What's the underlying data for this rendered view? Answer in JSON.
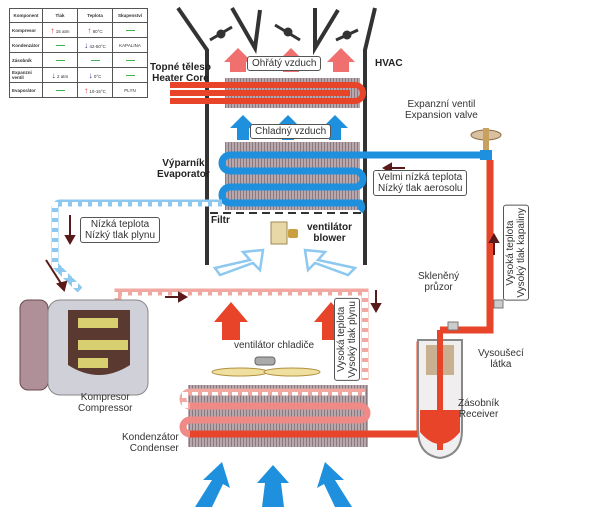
{
  "table": {
    "headers": [
      "Komponent",
      "Tlak",
      "Teplota",
      "Skupenství"
    ],
    "rows": [
      {
        "name": "Kompresor",
        "pressure": "15 atm",
        "pressure_trend": "up",
        "temp": "80°C",
        "temp_trend": "up",
        "state": "—"
      },
      {
        "name": "Kondenzátor",
        "pressure": "—",
        "pressure_trend": "none",
        "temp": "42-50°C",
        "temp_trend": "down",
        "state": "KAPALINA"
      },
      {
        "name": "Zásobník",
        "pressure": "—",
        "pressure_trend": "none",
        "temp": "—",
        "temp_trend": "none",
        "state": "—"
      },
      {
        "name": "Expanzní ventil",
        "pressure": "2 atm",
        "pressure_trend": "down",
        "temp": "0°C",
        "temp_trend": "down",
        "state": "—"
      },
      {
        "name": "Evaporátor",
        "pressure": "—",
        "pressure_trend": "none",
        "temp": "10-15°C",
        "temp_trend": "up",
        "state": "PLYN"
      }
    ]
  },
  "labels": {
    "heater_core": {
      "cz": "Topné těleso",
      "en": "Heater Core"
    },
    "hvac": "HVAC",
    "warm_air": "Ohřátý vzduch",
    "cold_air": "Chladný vzduch",
    "evaporator": {
      "cz": "Výparník",
      "en": "Evaporator"
    },
    "expansion_valve": {
      "cz": "Expanzní ventil",
      "en": "Expansion valve"
    },
    "very_low_temp": {
      "line1": "Velmi nízká teplota",
      "line2": "Nízký tlak aerosolu"
    },
    "low_temp_gas": {
      "line1": "Nízká teplota",
      "line2": "Nízký tlak plynu"
    },
    "filter": "Filtr",
    "blower": {
      "cz": "ventilátor",
      "en": "blower"
    },
    "high_temp_gas": {
      "line1": "Vysoká teplota",
      "line2": "Vysoký tlak plynu"
    },
    "high_temp_liquid": {
      "line1": "Vysoká teplota",
      "line2": "Vysoký tlak kapaliny"
    },
    "sight_glass": {
      "line1": "Skleněný",
      "line2": "průzor"
    },
    "desiccant": {
      "line1": "Vysoušecí",
      "line2": "látka"
    },
    "receiver": {
      "cz": "Zásobník",
      "en": "Receiver"
    },
    "radiator_fan": "ventilátor chladiče",
    "compressor": {
      "cz": "Kompresor",
      "en": "Compressor"
    },
    "condenser": {
      "cz": "Kondenzátor",
      "en": "Condenser"
    }
  },
  "colors": {
    "hot": "#e8442a",
    "warm_pink": "#f08a86",
    "cold": "#1e90dd",
    "cold_light": "#8cc8f0",
    "duct": "#333333",
    "coil_fin": "#9a8a90"
  }
}
